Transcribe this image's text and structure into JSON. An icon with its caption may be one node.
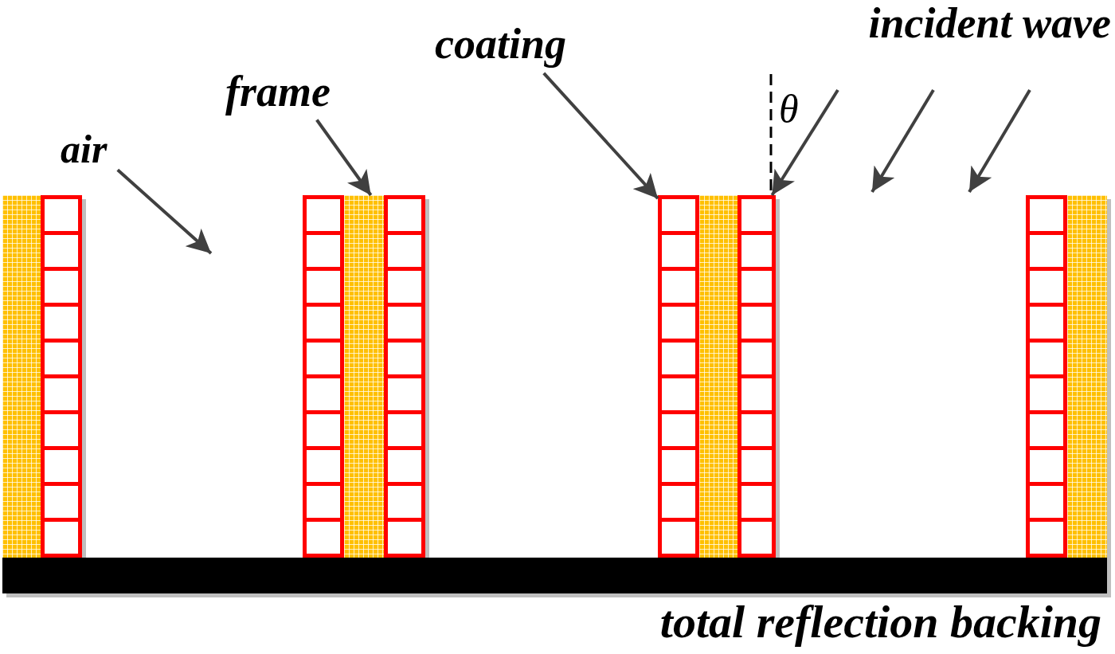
{
  "diagram": {
    "nodes": [
      {
        "text": [
          "air"
        ]
      },
      {
        "text": [
          "frame"
        ]
      },
      {
        "text": [
          "coating"
        ]
      },
      {
        "text": [
          "incident wave"
        ]
      },
      {
        "text": [],
        "shape": "bar"
      },
      {
        "text": [],
        "shape": "box"
      },
      {
        "text": [],
        "shape": "box"
      },
      {
        "text": [],
        "shape": "bar"
      },
      {
        "text": [],
        "shape": "box"
      },
      {
        "text": [],
        "shape": "box"
      },
      {
        "text": [],
        "shape": "bar"
      },
      {
        "text": [],
        "shape": "box"
      },
      {
        "text": [],
        "shape": "box"
      },
      {
        "text": [],
        "shape": "bar"
      },
      {
        "text": [
          "total reflection backing"
        ]
      }
    ],
    "edges": [
      {
        "from": 0,
        "to": null,
        "arrow": "to"
      },
      {
        "from": 1,
        "to": 7,
        "arrow": "to"
      },
      {
        "from": 2,
        "to": 9,
        "arrow": "to"
      },
      {
        "from": null,
        "to": 11,
        "arrow": "to"
      }
    ],
    "labels": [
      "θ"
    ]
  }
}
